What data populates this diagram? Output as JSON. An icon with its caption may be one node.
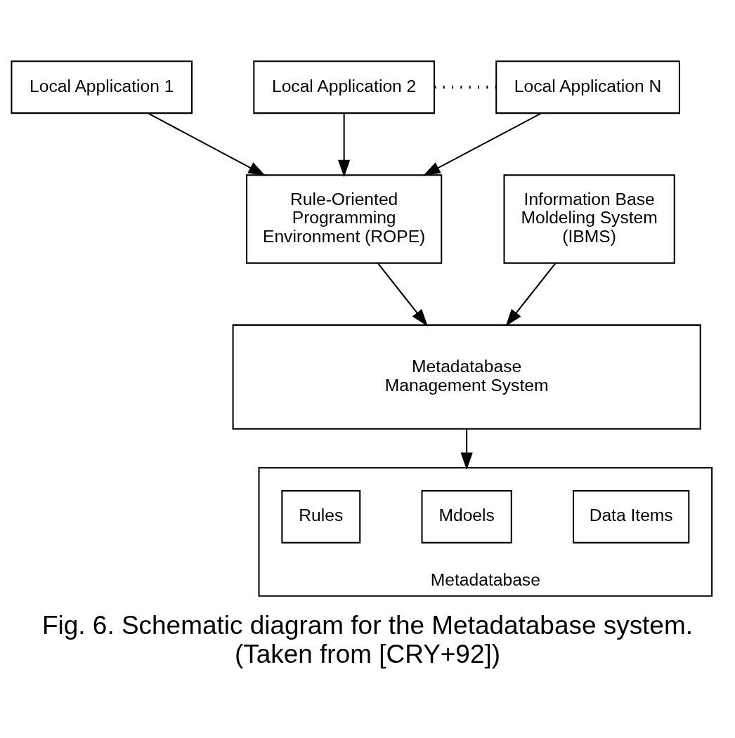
{
  "diagram": {
    "caption": "Fig. 6. Schematic diagram for the Metadatabase system. (Taken from [CRY+92])",
    "nodes": [
      {
        "text": [
          "Local Application 1"
        ]
      },
      {
        "text": [
          "Local Application 2"
        ]
      },
      {
        "text": [
          "Local Application N"
        ]
      },
      {
        "text": [
          "Information Base Moldeling System (IBMS)"
        ]
      },
      {
        "text": [
          "Rule-Oriented Programming Environment (ROPE)"
        ]
      },
      {
        "text": [
          "Metadatabase Management System"
        ]
      },
      {
        "text": [
          "Metadatabase"
        ]
      },
      {
        "text": [
          "Data Items"
        ],
        "in": 6
      },
      {
        "text": [
          "Mdoels"
        ],
        "in": 6
      },
      {
        "text": [
          "Rules"
        ],
        "in": 6
      }
    ],
    "edges": [
      {
        "from": 0,
        "to": 4,
        "arrow": "to"
      },
      {
        "from": 1,
        "to": 4,
        "arrow": "to"
      },
      {
        "from": 2,
        "to": 4,
        "arrow": "to"
      },
      {
        "from": 1,
        "to": 2,
        "arrow": "none",
        "style": "dashed"
      },
      {
        "from": 3,
        "to": 5,
        "arrow": "to"
      },
      {
        "from": 4,
        "to": 5,
        "arrow": "to"
      },
      {
        "from": 5,
        "to": 6,
        "arrow": "to"
      }
    ]
  }
}
